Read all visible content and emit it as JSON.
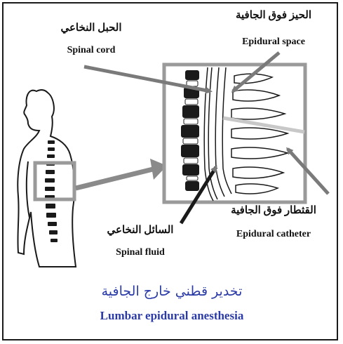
{
  "labels": {
    "spinal_cord": {
      "ar": "الحبل النخاعي",
      "en": "Spinal cord"
    },
    "epidural_space": {
      "ar": "الحيز فوق الجافية",
      "en": "Epidural space"
    },
    "epidural_catheter": {
      "ar": "القثطار فوق الجافية",
      "en": "Epidural catheter"
    },
    "spinal_fluid": {
      "ar": "السائل النخاعي",
      "en": "Spinal fluid"
    }
  },
  "title": {
    "ar": "تخدير قطني خارج الجافية",
    "en": "Lumbar epidural anesthesia"
  },
  "colors": {
    "arrow": "#8a8a8a",
    "title": "#2a3aa6",
    "outline": "#1a1a1a"
  }
}
